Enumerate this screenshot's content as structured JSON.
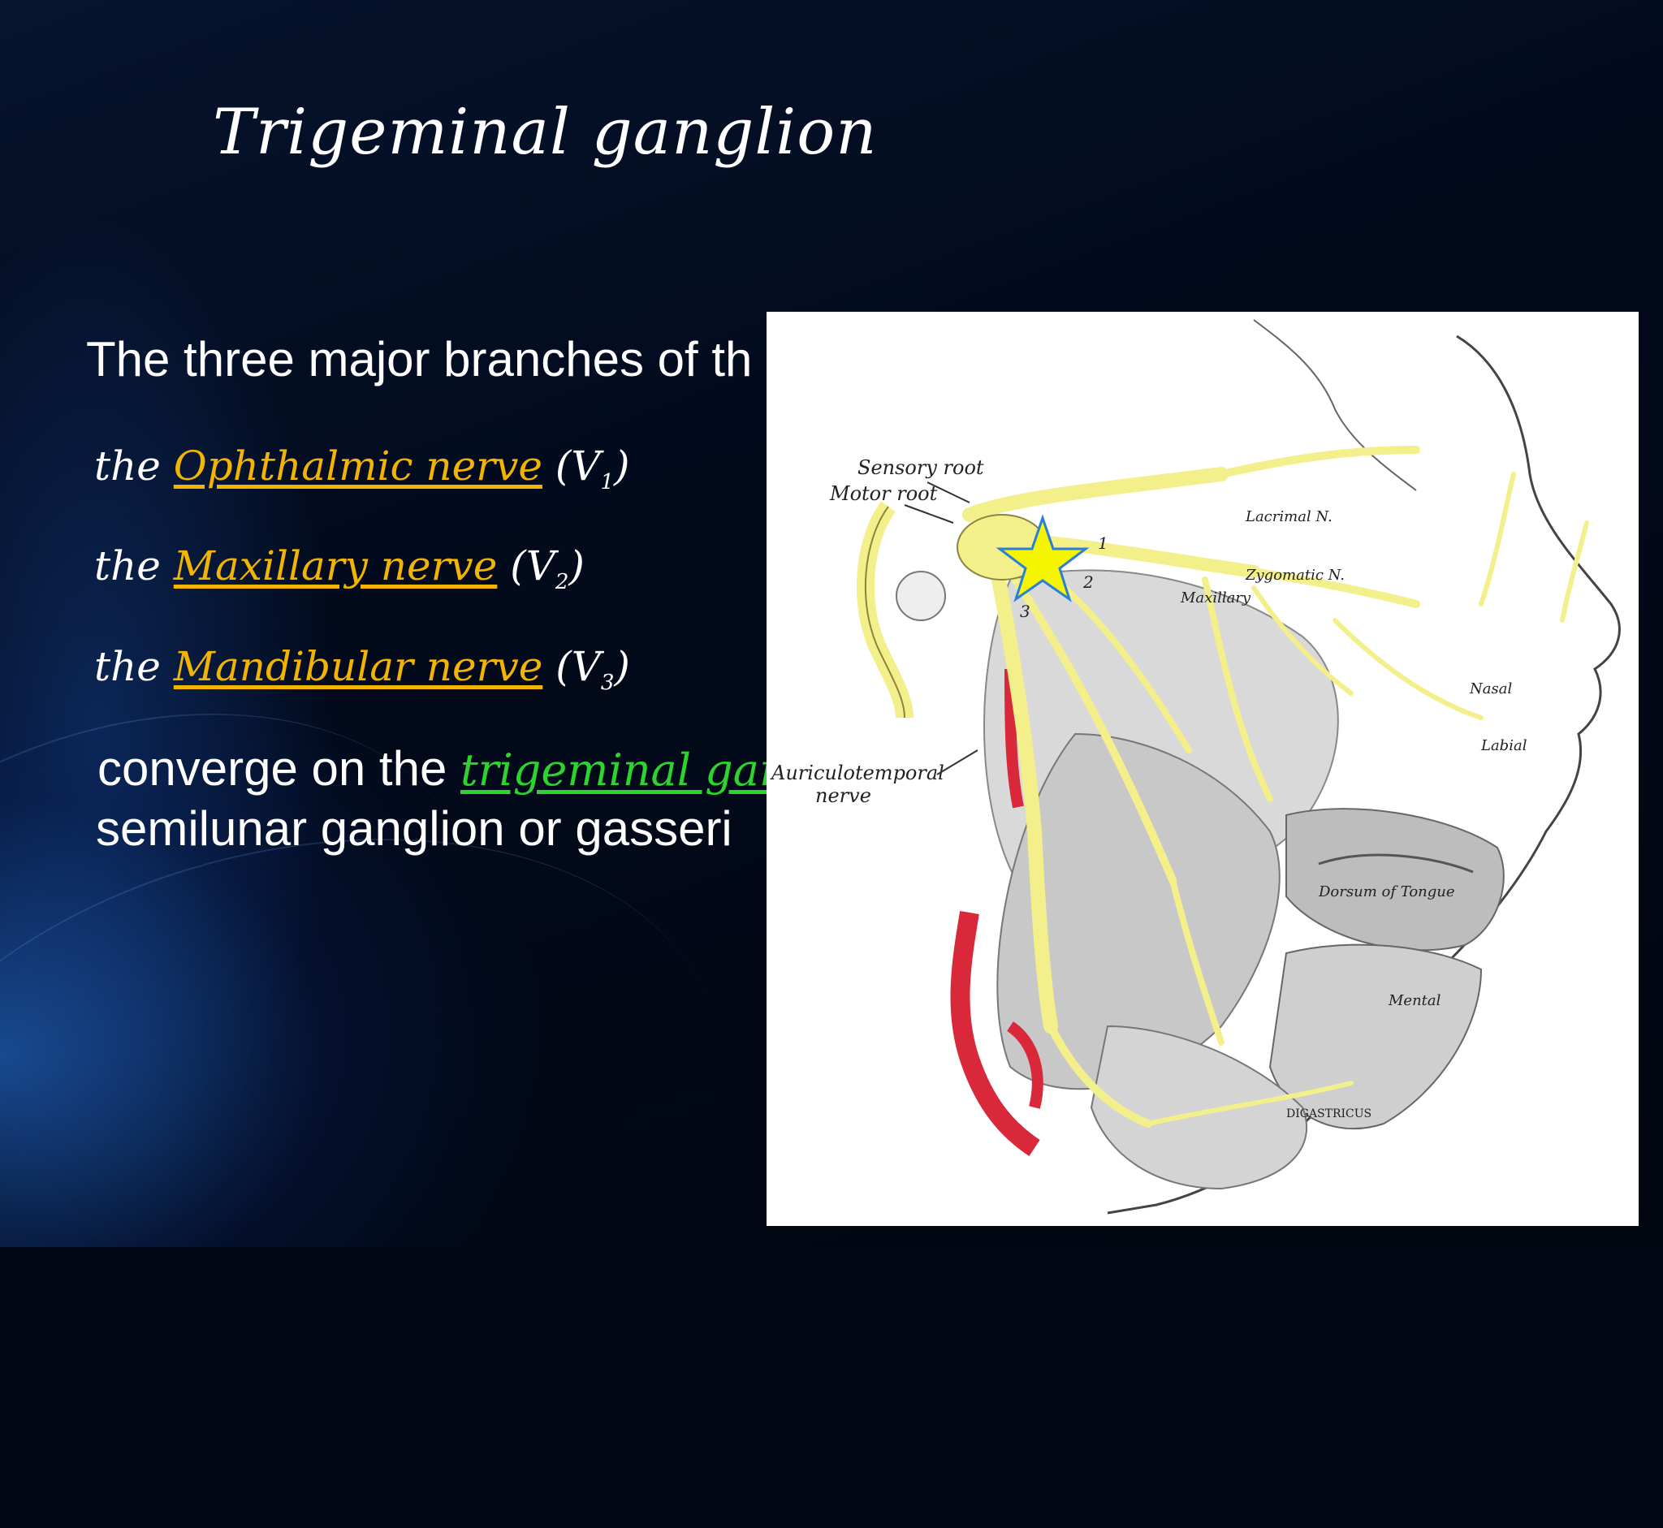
{
  "slide": {
    "title": "Trigeminal ganglion",
    "intro": "The three major branches of th",
    "branches": [
      {
        "prefix": "the ",
        "link": "Ophthalmic nerve",
        "suffix_open": " (V",
        "subscript": "1",
        "suffix_close": ")"
      },
      {
        "prefix": "the ",
        "link": "Maxillary nerve",
        "suffix_open": " (V",
        "subscript": "2",
        "suffix_close": ")"
      },
      {
        "prefix": "the ",
        "link": "Mandibular nerve",
        "suffix_open": " (V",
        "subscript": "3",
        "suffix_close": ")"
      }
    ],
    "converge_prefix": "converge on the ",
    "converge_link": "trigeminal gangl",
    "semilunar": "semilunar ganglion or gasseri"
  },
  "figure": {
    "labels": {
      "sensory_root": "Sensory root",
      "motor_root": "Motor root",
      "lacrimal": "Lacrimal N.",
      "zygomatic": "Zygomatic N.",
      "maxillary": "Maxillary",
      "auriculotemporal": "Auriculotemporal",
      "nerve": "nerve",
      "dorsum": "Dorsum of Tongue",
      "mental": "Mental",
      "nasal": "Nasal",
      "labial": "Labial",
      "digastricus": "DIGASTRICUS",
      "num1": "1",
      "num2": "2",
      "num3": "3"
    },
    "colors": {
      "nerve": "#f3ef8a",
      "artery": "#d8283a",
      "star": "#f5f500",
      "star_outline": "#2a7fd6"
    }
  }
}
